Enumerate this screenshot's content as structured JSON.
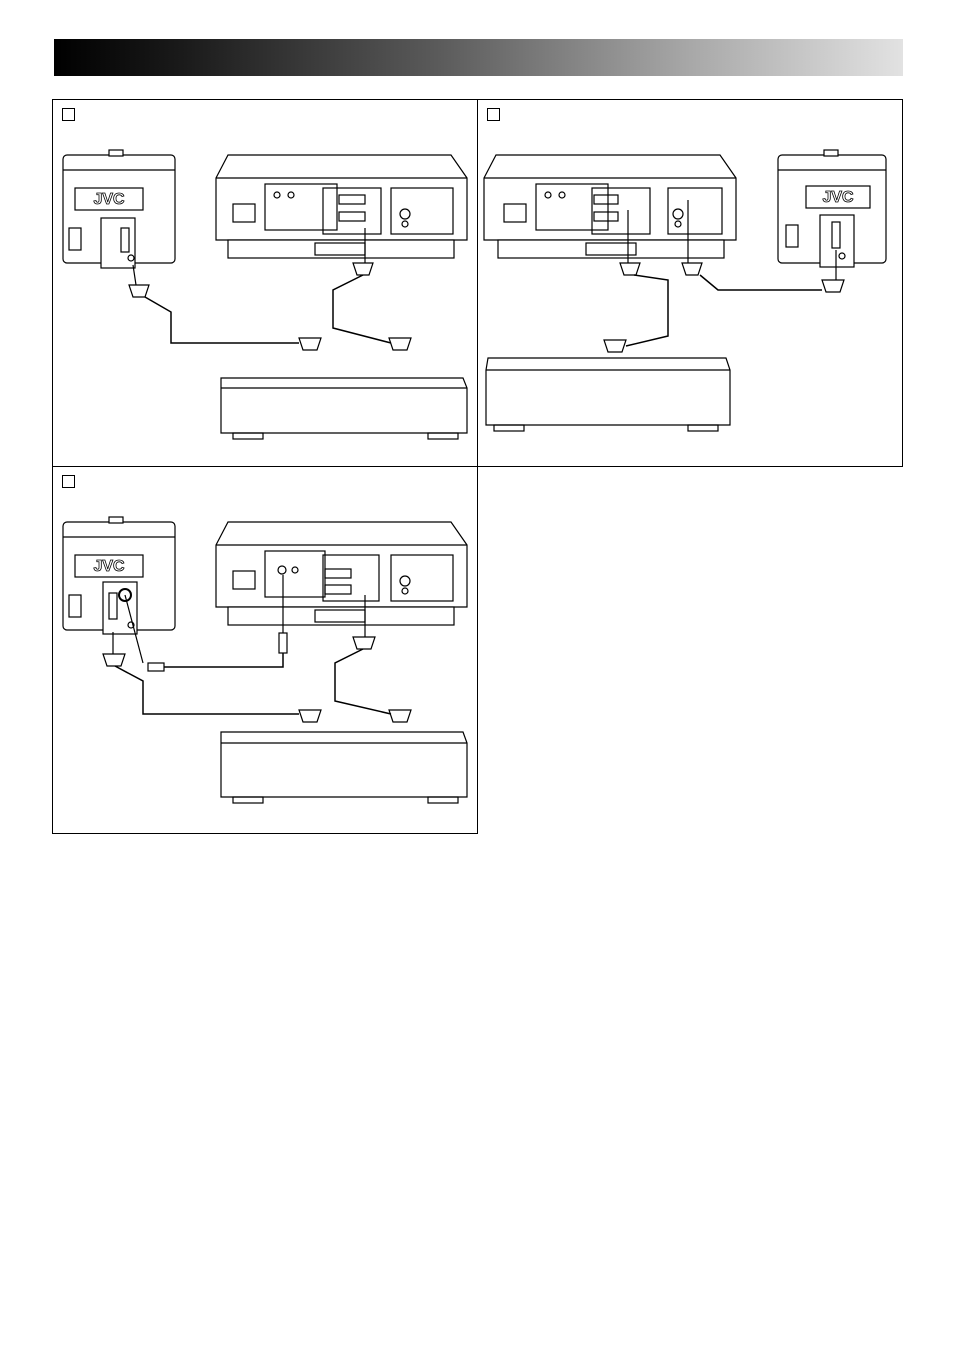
{
  "page": {
    "header_bar": {
      "gradient_from": "#000000",
      "gradient_to": "#e2e2e2"
    }
  },
  "panels": [
    {
      "label": "",
      "tv_logo": "JVC"
    },
    {
      "label": "",
      "tv_logo": "JVC"
    },
    {
      "label": "",
      "tv_logo": "JVC"
    }
  ],
  "colors": {
    "line": "#000000",
    "background": "#ffffff"
  }
}
